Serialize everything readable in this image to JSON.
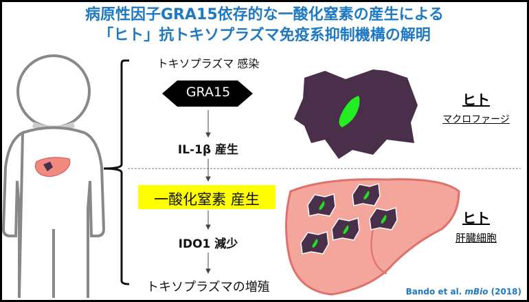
{
  "title": {
    "line1": "病原性因子GRA15依存的な一酸化窒素の産生による",
    "line2": "「ヒト」抗トキソプラズマ免疫系抑制機構の解明"
  },
  "flow": {
    "infection": "トキソプラズマ 感染",
    "gra15": "GRA15",
    "il1b": "IL-1β 産生",
    "no": "一酸化窒素 産生",
    "ido1": "IDO1 減少",
    "proliferation": "トキソプラズマの増殖"
  },
  "labels": {
    "human1": "ヒト",
    "macrophage": "マクロファージ",
    "human2": "ヒト",
    "hepatocyte": "肝臓細胞"
  },
  "citation": {
    "authors": "Bando et al. ",
    "journal": "mBio",
    "year": " (2018)"
  },
  "colors": {
    "title": "#1e78c2",
    "highlight": "#ffff00",
    "cell": "#4a2f4a",
    "parasite": "#22dd22",
    "liver": "#f08a80"
  }
}
